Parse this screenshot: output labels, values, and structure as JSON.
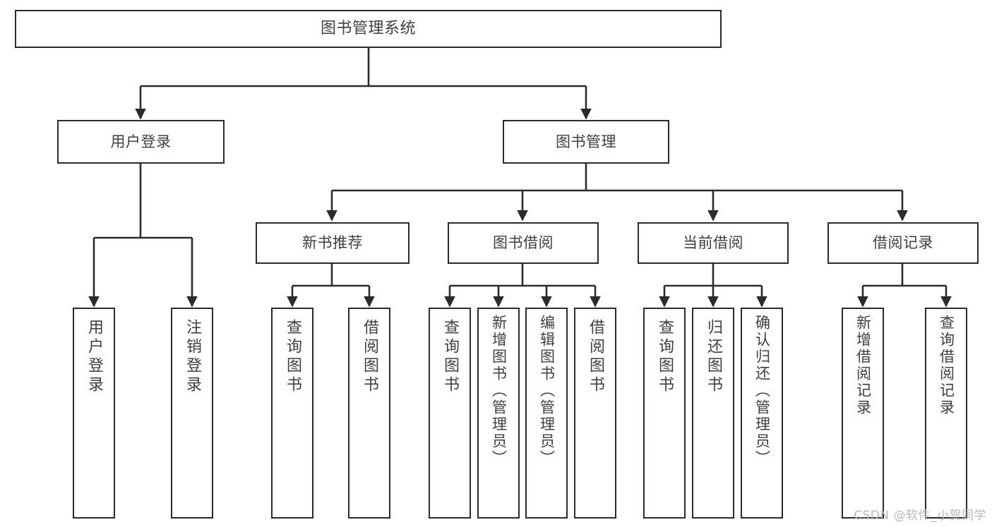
{
  "diagram": {
    "title": "图书管理系统",
    "type": "tree-hierarchy",
    "watermark": "CSDN @软件_小贺同学",
    "colors": {
      "border": "#2b2b2b",
      "text": "#3f3f3f",
      "background": "#ffffff",
      "connector": "#2b2b2b",
      "watermark": "#b9b9b9"
    },
    "root": {
      "label": "图书管理系统"
    },
    "level2": [
      {
        "id": "user-login",
        "label": "用户登录"
      },
      {
        "id": "book-manage",
        "label": "图书管理"
      }
    ],
    "level3": [
      {
        "id": "new-book-recommend",
        "label": "新书推荐",
        "parent": "book-manage"
      },
      {
        "id": "book-borrow",
        "label": "图书借阅",
        "parent": "book-manage"
      },
      {
        "id": "current-borrow",
        "label": "当前借阅",
        "parent": "book-manage"
      },
      {
        "id": "borrow-record",
        "label": "借阅记录",
        "parent": "book-manage"
      }
    ],
    "leaves": {
      "user-login": [
        {
          "id": "leaf-user-login",
          "label": "用户登录"
        },
        {
          "id": "leaf-logout",
          "label": "注销登录"
        }
      ],
      "new-book-recommend": [
        {
          "id": "leaf-query-book-1",
          "label": "查询图书"
        },
        {
          "id": "leaf-borrow-book-1",
          "label": "借阅图书"
        }
      ],
      "book-borrow": [
        {
          "id": "leaf-query-book-2",
          "label": "查询图书"
        },
        {
          "id": "leaf-add-book",
          "label": "新增图书（管理员）"
        },
        {
          "id": "leaf-edit-book",
          "label": "编辑图书（管理员）"
        },
        {
          "id": "leaf-borrow-book-2",
          "label": "借阅图书"
        }
      ],
      "current-borrow": [
        {
          "id": "leaf-query-book-3",
          "label": "查询图书"
        },
        {
          "id": "leaf-return-book",
          "label": "归还图书"
        },
        {
          "id": "leaf-confirm-return",
          "label": "确认归还（管理员）"
        }
      ],
      "borrow-record": [
        {
          "id": "leaf-add-record",
          "label": "新增借阅记录"
        },
        {
          "id": "leaf-query-record",
          "label": "查询借阅记录"
        }
      ]
    }
  }
}
